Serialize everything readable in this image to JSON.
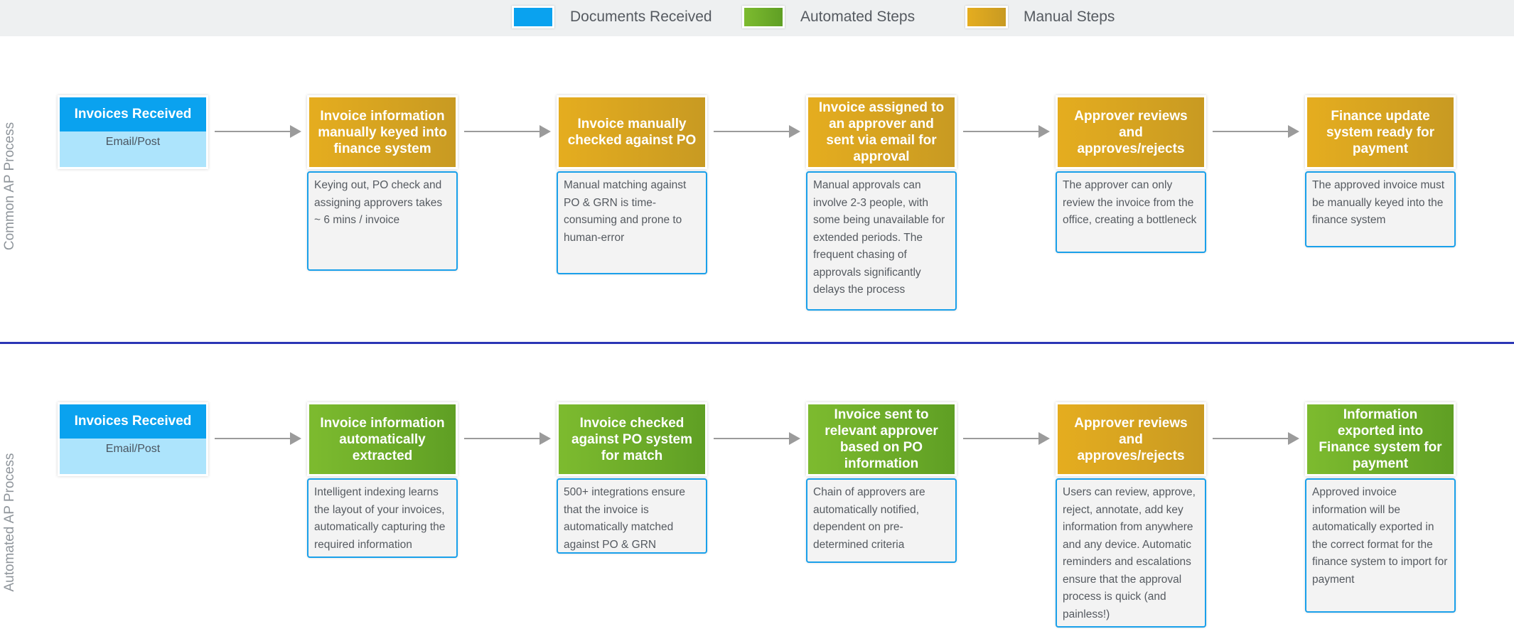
{
  "legend": [
    {
      "label": "Documents Received",
      "color": "#0aa2ef"
    },
    {
      "label": "Automated Steps",
      "color": "#6faf2a"
    },
    {
      "label": "Manual Steps",
      "color": "#d9a51f"
    }
  ],
  "rows": [
    {
      "label": "Common AP Process",
      "received": {
        "title": "Invoices Received",
        "subtitle": "Email/Post"
      },
      "steps": [
        {
          "title": "Invoice information manually keyed into finance system",
          "kind": "manual",
          "note": "Keying out, PO check and assigning approvers takes ~ 6 mins / invoice"
        },
        {
          "title": "Invoice manually checked against PO",
          "kind": "manual",
          "note": "Manual matching against PO & GRN is time-consuming and prone to human-error"
        },
        {
          "title": "Invoice assigned to an approver and sent via email for approval",
          "kind": "manual",
          "note": "Manual approvals can involve 2-3 people, with some being unavailable for extended periods. The frequent chasing of approvals significantly delays the process"
        },
        {
          "title": "Approver reviews and approves/rejects",
          "kind": "manual",
          "note": "The approver can only review the invoice from the office, creating a bottleneck"
        },
        {
          "title": "Finance update system ready for payment",
          "kind": "manual",
          "note": "The approved invoice must be manually keyed into the finance system"
        }
      ]
    },
    {
      "label": "Automated AP Process",
      "received": {
        "title": "Invoices Received",
        "subtitle": "Email/Post"
      },
      "steps": [
        {
          "title": "Invoice information automatically extracted",
          "kind": "auto",
          "note": "Intelligent indexing learns the layout of your invoices, automatically capturing the required information"
        },
        {
          "title": "Invoice checked against PO system for match",
          "kind": "auto",
          "note": "500+ integrations ensure that the invoice is automatically matched against PO & GRN"
        },
        {
          "title": "Invoice sent to relevant approver based on PO information",
          "kind": "auto",
          "note": "Chain of approvers are automatically notified, dependent on pre-determined criteria"
        },
        {
          "title": "Approver reviews and approves/rejects",
          "kind": "manual",
          "note": "Users can review, approve, reject, annotate, add key information from anywhere and any device. Automatic reminders and escalations ensure that the approval process is quick (and painless!)"
        },
        {
          "title": "Information exported into Finance system for payment",
          "kind": "auto",
          "note": "Approved invoice information will be automatically exported in the correct format for the finance system to import for payment"
        }
      ]
    }
  ]
}
